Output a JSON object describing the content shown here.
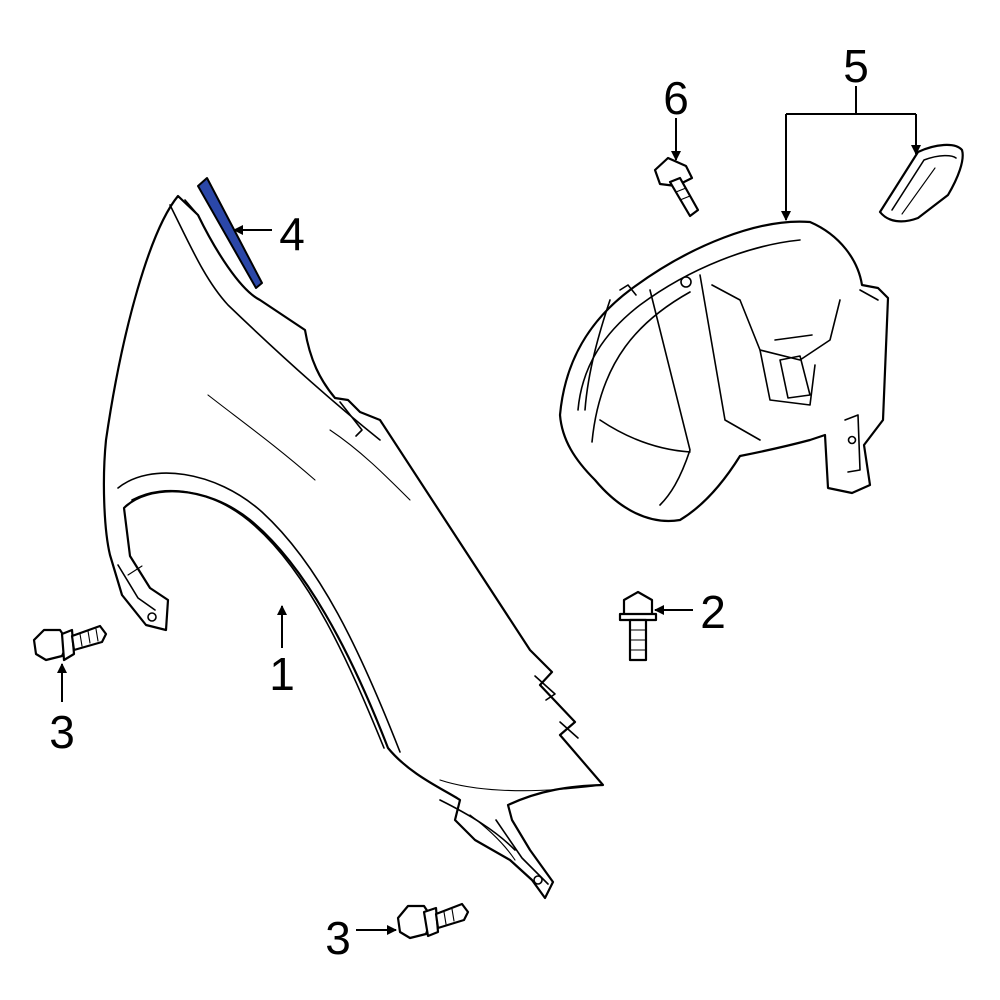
{
  "callouts": {
    "c1": "1",
    "c2": "2",
    "c3a": "3",
    "c3b": "3",
    "c4": "4",
    "c5": "5",
    "c6": "6"
  },
  "colors": {
    "highlight": "#2b47a8",
    "line": "#000000",
    "background": "#ffffff"
  }
}
